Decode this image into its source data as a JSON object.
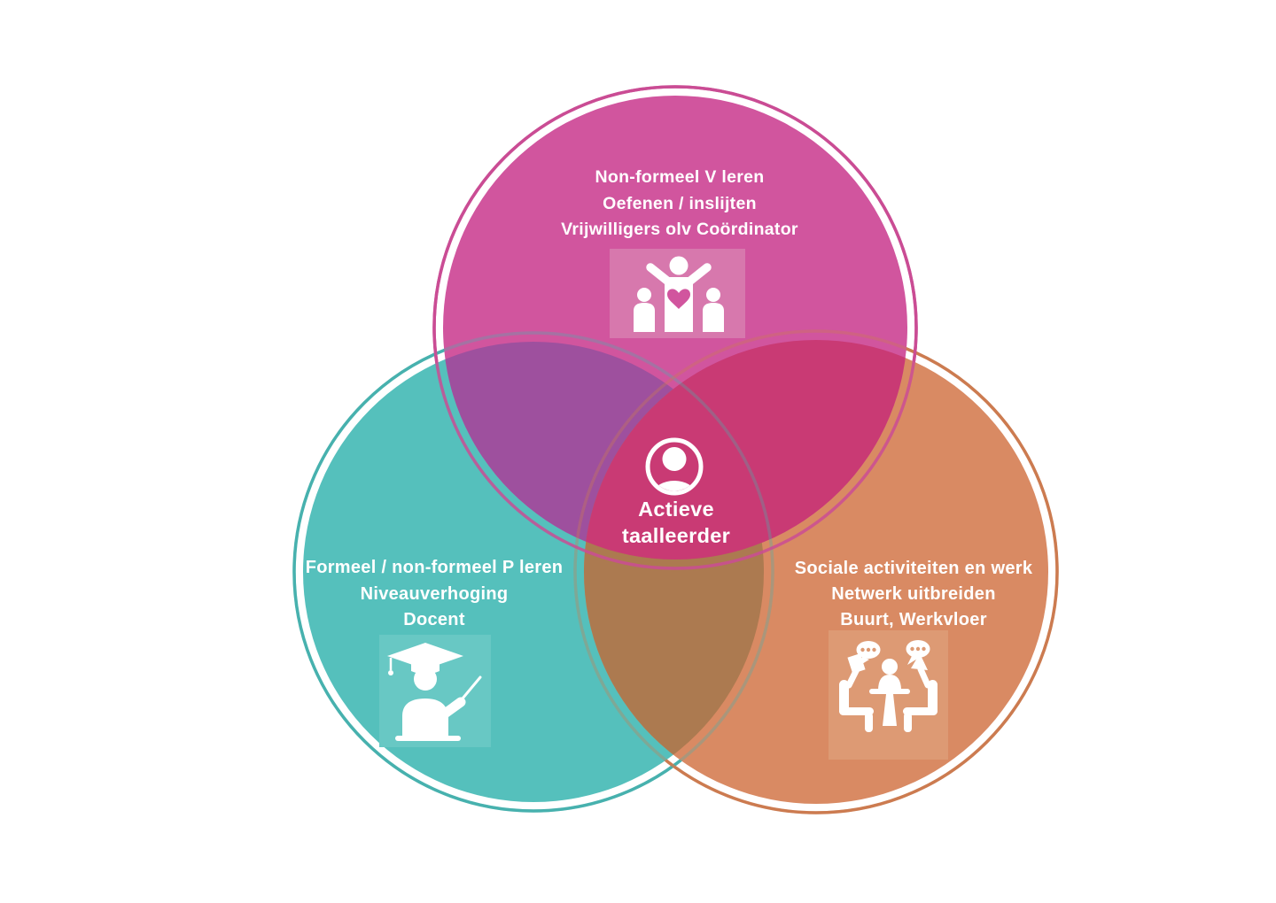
{
  "diagram": {
    "type": "venn-3",
    "background": "#ffffff",
    "white": "#ffffff",
    "center": {
      "icon": "user-icon",
      "lines": [
        "Actieve",
        "taalleerder"
      ]
    },
    "circles": [
      {
        "id": "top",
        "color": "#d1559e",
        "stroke": "#ca4c94",
        "icon": "community-heart-icon",
        "icon_bg": "#d778ad",
        "lines": [
          "Non-formeel V leren",
          "Oefenen / inslijten",
          "Vrijwilligers olv Coördinator"
        ]
      },
      {
        "id": "bottom-left",
        "color": "#55c0bc",
        "stroke": "#47b2ae",
        "icon": "teacher-icon",
        "icon_bg": "#68c8c4",
        "lines": [
          "Formeel / non-formeel P leren",
          "Niveauverhoging",
          "Docent"
        ]
      },
      {
        "id": "bottom-right",
        "color": "#d98a63",
        "stroke": "#cc7c50",
        "icon": "meeting-icon",
        "icon_bg": "#dd9a74",
        "lines": [
          "Sociale activiteiten en werk",
          "Netwerk uitbreiden",
          "Buurt, Werkvloer"
        ]
      }
    ],
    "overlaps": {
      "top_left": "#9e509e",
      "top_right": "#c93a74",
      "left_right": "#ac7a50",
      "center": "#c93a74"
    }
  }
}
